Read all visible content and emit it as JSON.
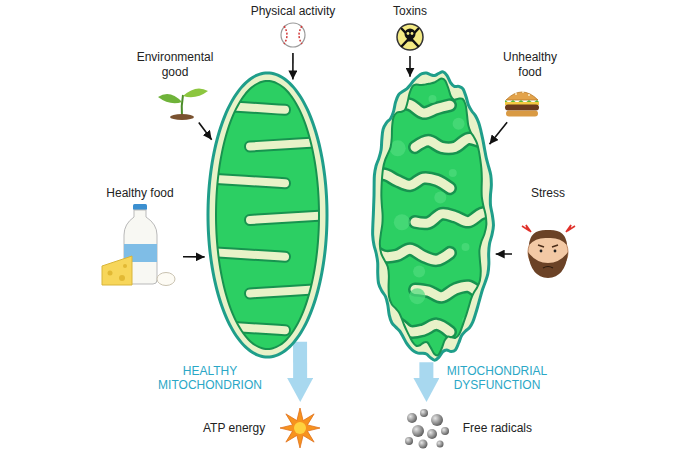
{
  "diagram": {
    "nodes": [
      {
        "text": [
          "Physical activity"
        ]
      },
      {
        "text": [
          "Toxins"
        ]
      },
      {
        "text": [
          "Environmental good"
        ]
      },
      {
        "text": [
          "Unhealthy food"
        ]
      },
      {
        "text": [
          "Healthy food"
        ]
      },
      {
        "text": [
          "Stress"
        ]
      },
      {
        "text": [
          "HEALTHY MITOCHONDRION"
        ]
      },
      {
        "text": [
          "MITOCHONDRIAL DYSFUNCTION"
        ]
      },
      {
        "text": [
          "ATP energy"
        ]
      },
      {
        "text": [
          "Free radicals"
        ]
      }
    ],
    "edges": [
      {
        "from": 0,
        "to": 6,
        "arrow": "to"
      },
      {
        "from": 2,
        "to": 6,
        "arrow": "to"
      },
      {
        "from": 4,
        "to": 6,
        "arrow": "to"
      },
      {
        "from": 1,
        "to": 7,
        "arrow": "to"
      },
      {
        "from": 3,
        "to": 7,
        "arrow": "to"
      },
      {
        "from": 5,
        "to": 7,
        "arrow": "to"
      },
      {
        "from": 6,
        "to": 8,
        "arrow": "to"
      },
      {
        "from": 7,
        "to": 9,
        "arrow": "to"
      }
    ]
  }
}
